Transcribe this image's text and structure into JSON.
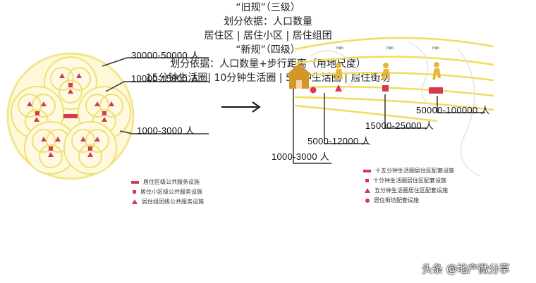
{
  "old": {
    "labels": [
      "30000-50000 人",
      "10000-15000 人",
      "1000-3000 人"
    ],
    "legend": [
      "居住区级公共服务设施",
      "居住小区级公共服务设施",
      "居住组团级公共服务设施"
    ],
    "caption": {
      "title": "“旧规”（三级）",
      "basis": "划分依据：人口数量",
      "levels": "居住区 | 居住小区 | 居住组团"
    }
  },
  "new": {
    "minute_labels": [
      "min",
      "min",
      "min"
    ],
    "labels": [
      "50000-100000 人",
      "15000-25000 人",
      "5000-12000 人",
      "1000-3000 人"
    ],
    "legend": [
      "十五分钟生活圈居住区配套设施",
      "十分钟生活圈居住区配套设施",
      "五分钟生活圈居住区配套设施",
      "居住街坊配套设施"
    ],
    "caption": {
      "title": "“新规”（四级）",
      "basis": "划分依据：人口数量+步行距离（用地尺度）",
      "levels": "15分钟生活圈| 10分钟生活圈 | 5分钟生活圈 | 居住街坊"
    }
  },
  "watermark": "头条 @地产微分享",
  "colors": {
    "yellow": "#f6ec9a",
    "yellow_line": "#f1dc5c",
    "red": "#d23a56",
    "orange": "#e3961a",
    "blue": "#2f6fb5"
  }
}
